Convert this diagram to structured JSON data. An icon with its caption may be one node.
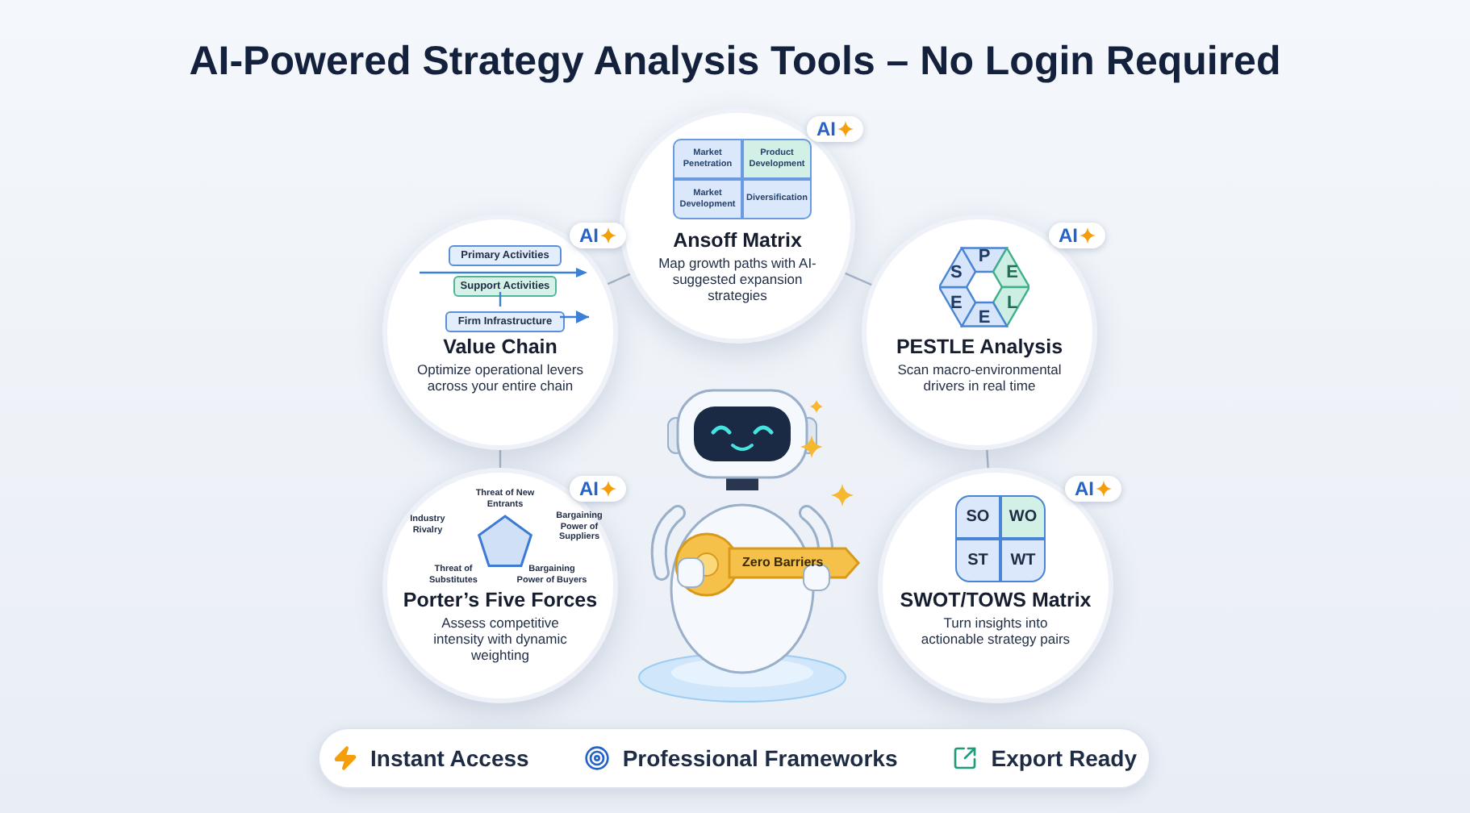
{
  "diagram": {
    "title": "AI-Powered Strategy Analysis Tools – No Login Required",
    "nodes": [
      {
        "text": [
          "AI",
          "Ansoff Matrix",
          "Map growth paths with AI-suggested expansion strategies"
        ]
      },
      {
        "text": [
          "Market Penetration"
        ],
        "in": 0
      },
      {
        "text": [
          "Product Development"
        ],
        "in": 0
      },
      {
        "text": [
          "Market Development"
        ],
        "in": 0
      },
      {
        "text": [
          "Diversification"
        ],
        "in": 0
      },
      {
        "text": [
          "AI",
          "Value Chain",
          "Optimize operational levers across your entire chain"
        ]
      },
      {
        "text": [
          "Primary Activities"
        ],
        "in": 5
      },
      {
        "text": [
          "Support Activities"
        ],
        "in": 5
      },
      {
        "text": [
          "Firm Infrastructure"
        ],
        "in": 5
      },
      {
        "text": [
          "AI",
          "PESTLE Analysis",
          "Scan macro-environmental drivers in real time"
        ]
      },
      {
        "text": [
          "AI",
          "Porter’s Five Forces",
          "Assess competitive intensity with dynamic weighting"
        ]
      },
      {
        "text": [
          "AI",
          "SWOT/TOWS Matrix",
          "Turn insights into actionable strategy pairs"
        ]
      },
      {
        "text": [
          "SO"
        ],
        "in": 11
      },
      {
        "text": [
          "WO"
        ],
        "in": 11
      },
      {
        "text": [
          "ST"
        ],
        "in": 11
      },
      {
        "text": [
          "WT"
        ],
        "in": 11
      },
      {
        "text": [
          "Instant Access",
          "Professional Frameworks",
          "Export Ready"
        ]
      }
    ],
    "edges": [
      {
        "from": 0,
        "to": 5,
        "arrow": "none"
      },
      {
        "from": 0,
        "to": 9,
        "arrow": "none"
      },
      {
        "from": 5,
        "to": 10,
        "arrow": "none"
      },
      {
        "from": 9,
        "to": 11,
        "arrow": "none"
      },
      {
        "from": 7,
        "to": 8,
        "arrow": "none",
        "color": "#3b7fd6"
      },
      {
        "from": 8,
        "to": null,
        "arrow": "to",
        "color": "#3b7fd6"
      }
    ],
    "labels": [
      "P",
      "S",
      "E",
      "E",
      "L",
      "E",
      "Threat of New Entrants",
      "Industry Rivalry",
      "Bargaining Power of Suppliers",
      "Threat of Substitutes",
      "Bargaining Power of Buyers",
      "Zero Barriers"
    ]
  }
}
